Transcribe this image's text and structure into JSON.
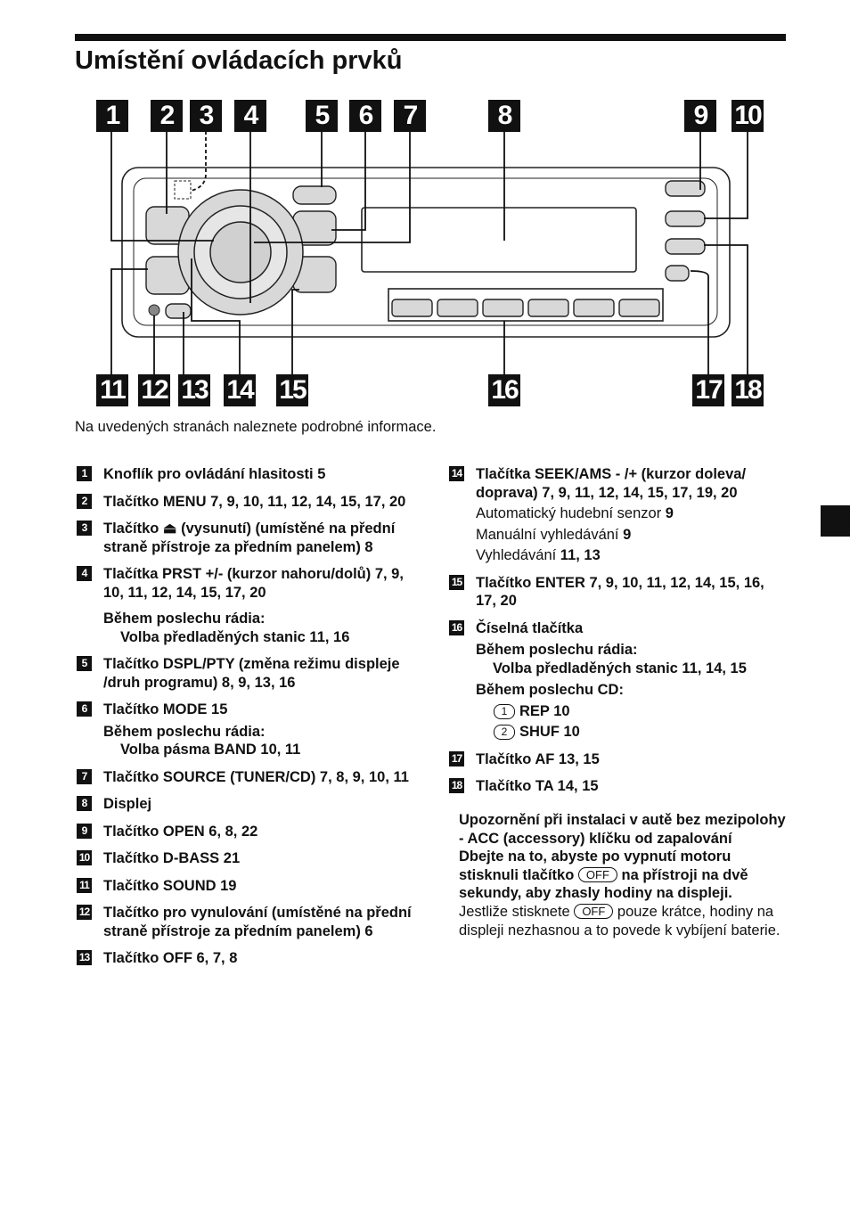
{
  "page": {
    "title": "Umístění ovládacích prvků",
    "note": "Na uvedených stranách naleznete podrobné informace."
  },
  "diagram": {
    "callouts": [
      "1",
      "2",
      "3",
      "4",
      "5",
      "6",
      "7",
      "8",
      "9",
      "10",
      "11",
      "12",
      "13",
      "14",
      "15",
      "16",
      "17",
      "18"
    ]
  },
  "items": [
    {
      "num": "1",
      "title": "Knoflík pro ovládání hlasitosti  5"
    },
    {
      "num": "2",
      "title": "Tlačítko MENU  7, 9, 10, 11, 12, 14, 15, 17, 20"
    },
    {
      "num": "3",
      "title": "Tlačítko ⏏ (vysunutí) (umístěné na přední straně přístroje za předním panelem)  8"
    },
    {
      "num": "4",
      "title": "Tlačítka PRST +/- (kurzor nahoru/dolů) 7, 9, 10, 11, 12, 14, 15, 17, 20",
      "sub": "Během poslechu rádia:",
      "subind": "Volba předladěných stanic  11, 16"
    },
    {
      "num": "5",
      "title": "Tlačítko DSPL/PTY (změna režimu displeje /druh programu)  8, 9, 13, 16"
    },
    {
      "num": "6",
      "title": "Tlačítko MODE  15",
      "sub": "Během poslechu rádia:",
      "subind": "Volba pásma BAND  10, 11"
    },
    {
      "num": "7",
      "title": "Tlačítko SOURCE (TUNER/CD) 7, 8, 9, 10, 11"
    },
    {
      "num": "8",
      "title": "Displej"
    },
    {
      "num": "9",
      "title": "Tlačítko OPEN  6, 8, 22"
    },
    {
      "num": "10",
      "title": "Tlačítko D-BASS  21"
    },
    {
      "num": "11",
      "title": "Tlačítko SOUND  19"
    },
    {
      "num": "12",
      "title": "Tlačítko pro vynulování (umístěné na přední straně přístroje za předním panelem)  6"
    },
    {
      "num": "13",
      "title": "Tlačítko OFF   6, 7, 8"
    }
  ],
  "right_items": {
    "i14": {
      "num": "14",
      "title": "Tlačítka SEEK/AMS - /+ (kurzor doleva/ doprava)  7, 9, 11, 12, 14, 15, 17, 19, 20",
      "l1": "Automatický hudební senzor",
      "l1n": "9",
      "l2": "Manuální vyhledávání",
      "l2n": "9",
      "l3": "Vyhledávání",
      "l3n": "11, 13"
    },
    "i15": {
      "num": "15",
      "title": "Tlačítko ENTER  7, 9, 10, 11, 12, 14, 15, 16, 17, 20"
    },
    "i16": {
      "num": "16",
      "title": "Číselná tlačítka",
      "sub": "Během poslechu rádia:",
      "subind": "Volba předladěných stanic  11, 14, 15",
      "sub2": "Během poslechu CD:",
      "c1": "1",
      "c1t": "REP  10",
      "c2": "2",
      "c2t": "SHUF  10"
    },
    "i17": {
      "num": "17",
      "title": "Tlačítko AF  13, 15"
    },
    "i18": {
      "num": "18",
      "title": "Tlačítko TA  14, 15"
    }
  },
  "caution": {
    "b1": "Upozornění při instalaci v autě bez mezipolohy - ACC (accessory) klíčku od zapalování",
    "b2a": "Dbejte na to, abyste po vypnutí motoru stisknuli tlačítko",
    "key": "OFF",
    "b2b": "na přístroji na dvě sekundy, aby zhasly hodiny na displeji.",
    "p1": "Jestliže stisknete",
    "p2": "pouze krátce, hodiny na displeji nezhasnou a to povede k vybíjení baterie."
  }
}
